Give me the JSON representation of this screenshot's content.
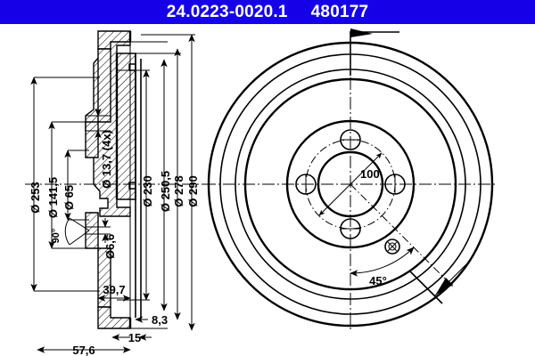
{
  "header": {
    "part_number": "24.0223-0020.1",
    "reference_number": "480177",
    "background_color": "#1500e8",
    "text_color": "#ffffff"
  },
  "drawing": {
    "title": "Brake drum technical drawing",
    "views": [
      {
        "name": "section-view",
        "position": "left",
        "label": "cross-section"
      },
      {
        "name": "front-view",
        "position": "right",
        "label": "front face"
      }
    ],
    "section_arrow": {
      "name": "section-arrow",
      "direction": "left"
    },
    "leader_arrow": {
      "name": "leader-arrow",
      "direction": "up-left"
    }
  },
  "dimensions": {
    "left_outer": [
      {
        "id": "d253",
        "label": "Ø 253"
      },
      {
        "id": "d1415",
        "label": "Ø 141,5"
      },
      {
        "id": "d65",
        "label": "Ø 65"
      }
    ],
    "left_inner": [
      {
        "id": "d137",
        "label": "Ø 13,7 (4x)"
      },
      {
        "id": "d66",
        "label": "Ø6,6"
      },
      {
        "id": "a90",
        "label": "90°"
      }
    ],
    "right_outer": [
      {
        "id": "d230",
        "label": "Ø 230"
      },
      {
        "id": "d2505",
        "label": "Ø 250,5"
      },
      {
        "id": "d278",
        "label": "Ø 278"
      },
      {
        "id": "d290",
        "label": "Ø 290"
      }
    ],
    "bottom": [
      {
        "id": "w397",
        "label": "39,7"
      },
      {
        "id": "w83",
        "label": "8,3"
      },
      {
        "id": "w15",
        "label": "15"
      },
      {
        "id": "w576",
        "label": "57,6"
      }
    ],
    "front_view": [
      {
        "id": "bolt_circle",
        "label": "100"
      },
      {
        "id": "angle45",
        "label": "45°"
      }
    ]
  }
}
